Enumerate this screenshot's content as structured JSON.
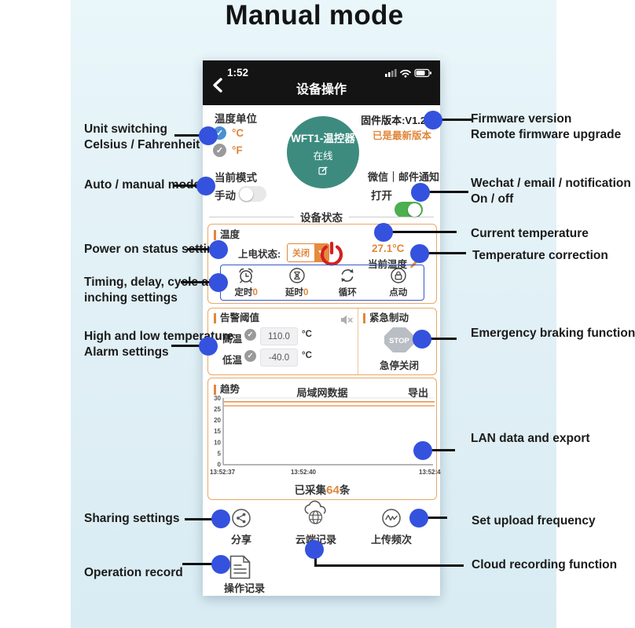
{
  "page": {
    "title": "Manual mode"
  },
  "colors": {
    "accent_orange": "#e0873c",
    "dot_blue": "#3452dd",
    "timer_border_blue": "#3a57c8",
    "device_teal": "#3d8b7f",
    "toggle_green": "#4caf50",
    "power_red": "#d32020",
    "check_blue": "#4a8fd4",
    "panel_blue": "#e0eff5"
  },
  "phone": {
    "status_bar": {
      "time": "1:52"
    },
    "nav": {
      "title": "设备操作"
    },
    "unit": {
      "section_label": "温度单位",
      "celsius": "°C",
      "fahrenheit": "°F"
    },
    "device": {
      "name": "WFT1-温控器",
      "status": "在线"
    },
    "firmware": {
      "version": "固件版本:V1.2.9",
      "latest": "已是最新版本"
    },
    "mode": {
      "label": "当前模式",
      "value": "手动"
    },
    "notify": {
      "label": "微信｜邮件通知",
      "value": "打开"
    },
    "state_divider": "设备状态",
    "temp_box": {
      "label": "温度",
      "power_state_label": "上电状态:",
      "power_state_value": "关闭",
      "current_temp": "27.1°C",
      "current_temp_label": "当前温度",
      "timers": [
        {
          "label": "定时",
          "value": "0"
        },
        {
          "label": "延时",
          "value": "0"
        },
        {
          "label": "循环",
          "value": ""
        },
        {
          "label": "点动",
          "value": ""
        }
      ]
    },
    "alarm_box": {
      "label": "告警阈值",
      "high_label": "高温",
      "high_value": "110.0",
      "high_unit": "°C",
      "low_label": "低温",
      "low_value": "-40.0",
      "low_unit": "°C",
      "emergency_label": "紧急制动",
      "stop": "STOP",
      "emergency_caption": "急停关闭"
    },
    "collected": {
      "prefix": "已采集",
      "count": "64",
      "suffix": "条"
    },
    "actions": {
      "share": "分享",
      "cloud": "云端记录",
      "upload": "上传频次",
      "record": "操作记录"
    }
  },
  "chart_data": {
    "type": "line",
    "panel_label": "趋势",
    "title": "局域网数据",
    "export_label": "导出",
    "ylim": [
      0,
      30
    ],
    "yticks": [
      30,
      25,
      20,
      15,
      10,
      5,
      0
    ],
    "x_labels": [
      "13:52:37",
      "13:52:40",
      "13:52:4"
    ],
    "series": [
      {
        "name": "temperature_trend_upper",
        "values": [
          28.3,
          28.3
        ]
      },
      {
        "name": "temperature_trend_lower",
        "values": [
          26.5,
          26.5
        ]
      }
    ],
    "grid": "axes-only",
    "legend": "none"
  },
  "annotations": {
    "left": [
      {
        "line1": "Unit switching",
        "line2": "Celsius / Fahrenheit"
      },
      {
        "line1": "Auto / manual mode"
      },
      {
        "line1": "Power on status setting"
      },
      {
        "line1": "Timing, delay, cycle and",
        "line2": "inching settings"
      },
      {
        "line1": "High and low temperature",
        "line2": "Alarm settings"
      },
      {
        "line1": "Sharing settings"
      },
      {
        "line1": "Operation record"
      }
    ],
    "right": [
      {
        "line1": "Firmware version",
        "line2": "Remote firmware upgrade"
      },
      {
        "line1": "Wechat / email / notification",
        "line2": "On / off"
      },
      {
        "line1": "Current temperature"
      },
      {
        "line1": "Temperature correction"
      },
      {
        "line1": "Emergency braking function"
      },
      {
        "line1": "LAN data and export"
      },
      {
        "line1": "Set upload frequency"
      },
      {
        "line1": "Cloud recording function"
      }
    ]
  }
}
